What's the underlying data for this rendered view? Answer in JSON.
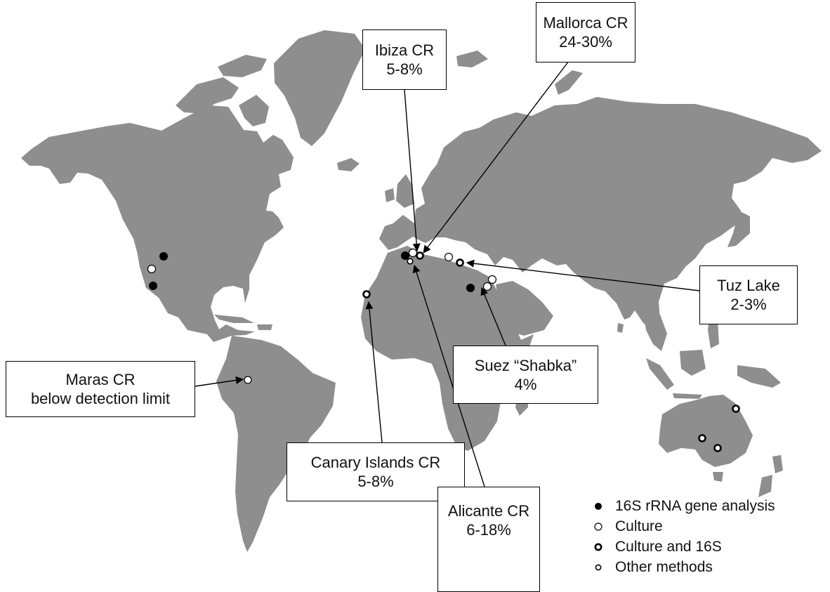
{
  "colors": {
    "land": "#8e8e8e",
    "ocean": "#ffffff",
    "marker_stroke": "#000000",
    "text": "#111111"
  },
  "labels": [
    {
      "id": "ibiza",
      "lines": [
        "Ibiza CR",
        "5-8%"
      ]
    },
    {
      "id": "mallorca",
      "lines": [
        "Mallorca CR",
        "24-30%"
      ]
    },
    {
      "id": "tuz",
      "lines": [
        "Tuz Lake",
        "2-3%"
      ]
    },
    {
      "id": "suez",
      "lines": [
        "Suez “Shabka”",
        "4%"
      ]
    },
    {
      "id": "maras",
      "lines": [
        "Maras CR",
        "below detection limit"
      ]
    },
    {
      "id": "canary",
      "lines": [
        "Canary Islands CR",
        "5-8%"
      ]
    },
    {
      "id": "alicante",
      "lines": [
        "Alicante CR",
        "6-18%"
      ]
    }
  ],
  "legend": [
    {
      "type": "16s",
      "label": "16S rRNA gene analysis"
    },
    {
      "type": "culture",
      "label": "Culture"
    },
    {
      "type": "culture16s",
      "label": "Culture and 16S"
    },
    {
      "type": "other",
      "label": "Other methods"
    }
  ],
  "markers": {
    "16s": [
      {
        "region": "north-america-west",
        "count": 2
      },
      {
        "region": "spain",
        "count": 1
      },
      {
        "region": "egypt",
        "count": 1
      }
    ],
    "culture": [
      {
        "region": "california",
        "count": 1
      },
      {
        "region": "balearic",
        "count": 1
      },
      {
        "region": "aegean",
        "count": 1
      },
      {
        "region": "levant",
        "count": 2
      },
      {
        "region": "peru",
        "count": 1
      }
    ],
    "culture16s": [
      {
        "region": "mallorca",
        "count": 1
      },
      {
        "region": "turkey",
        "count": 1
      },
      {
        "region": "canary-islands",
        "count": 1
      },
      {
        "region": "australia",
        "count": 3
      }
    ],
    "other": [
      {
        "region": "alicante",
        "count": 1
      }
    ]
  }
}
